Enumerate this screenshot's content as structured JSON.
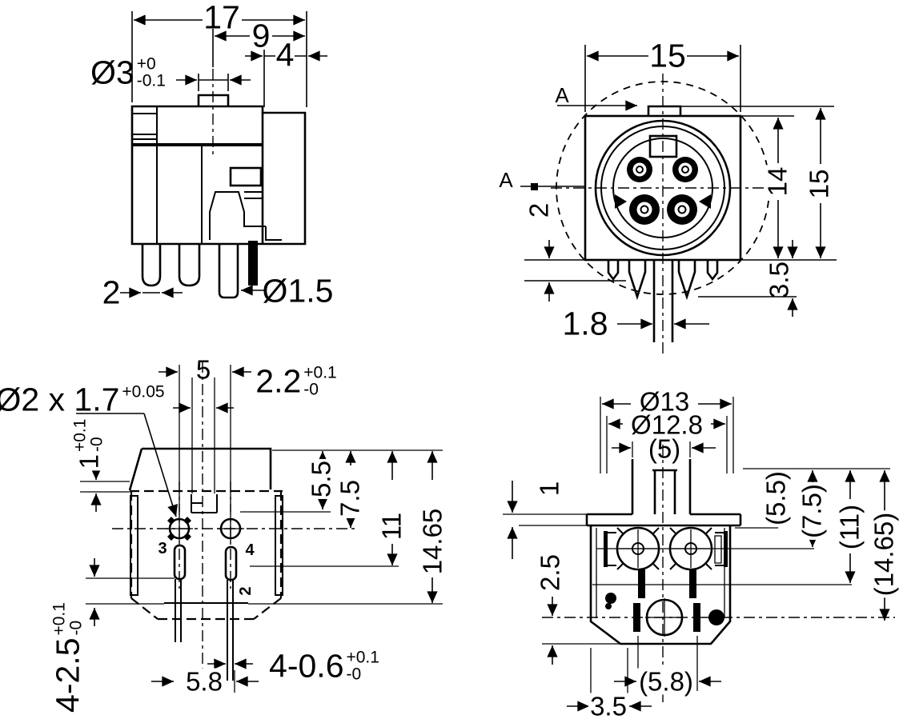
{
  "side_view": {
    "dim_width": "17",
    "dim_depth": "9",
    "dim_4": "4",
    "dia3": {
      "main": "Ø3",
      "tol_top": "+0",
      "tol_bot": "-0.1"
    },
    "dim_pin_spacing": "2",
    "dia_pin": "Ø1.5"
  },
  "front_view": {
    "dim_width": "15",
    "section_a1": "A",
    "section_a2": "A",
    "dim_2": "2",
    "dim_1_8": "1.8",
    "dim_14": "14",
    "dim_15": "15",
    "dim_3_5": "3.5"
  },
  "bottom_view": {
    "dia_hole": {
      "main": "Ø2 x 1.7",
      "tol_top": "+0.05"
    },
    "dim_5": "5",
    "dim_2_2": {
      "main": "2.2",
      "tol_top": "+0.1",
      "tol_bot": "-0"
    },
    "dim_1": {
      "main": "1",
      "tol_top": "+0.1",
      "tol_bot": "-0"
    },
    "dim_5_5": "5.5",
    "dim_7_5": "7.5",
    "dim_11": "11",
    "dim_14_65": "14.65",
    "pin3": "3",
    "pin4": "4",
    "pin2": "2",
    "dim_4_2_5": {
      "main": "4-2.5",
      "tol_top": "+0.1",
      "tol_bot": "-0"
    },
    "dim_5_8": "5.8",
    "dim_4_0_6": {
      "main": "4-0.6",
      "tol_top": "+0.1",
      "tol_bot": "-0"
    }
  },
  "rear_view": {
    "dia_13": "Ø13",
    "dia_12_8": "Ø12.8",
    "dim_5": "(5)",
    "dim_1": "1",
    "dim_2_5": "2.5",
    "dim_5_5": "(5.5)",
    "dim_7_5": "(7.5)",
    "dim_11": "(11)",
    "dim_14_65": "(14.65)",
    "dim_5_8": "(5.8)",
    "dim_3_5": "3.5"
  }
}
